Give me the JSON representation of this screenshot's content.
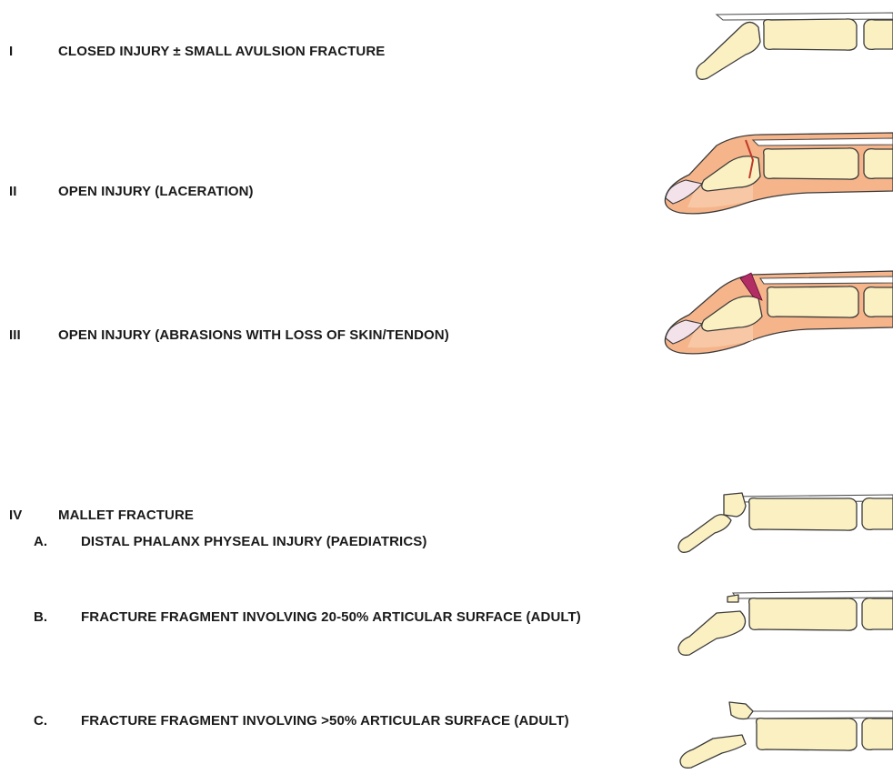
{
  "grades": [
    {
      "numeral": "I",
      "label": "CLOSED INJURY ± SMALL AVULSION FRACTURE"
    },
    {
      "numeral": "II",
      "label": "OPEN INJURY (LACERATION)"
    },
    {
      "numeral": "III",
      "label": "OPEN INJURY (ABRASIONS WITH LOSS OF SKIN/TENDON)"
    },
    {
      "numeral": "IV",
      "label": "MALLET FRACTURE"
    }
  ],
  "subtypes": [
    {
      "letter": "A.",
      "label": "DISTAL PHALANX PHYSEAL INJURY (PAEDIATRICS)"
    },
    {
      "letter": "B.",
      "label": "FRACTURE FRAGMENT INVOLVING 20-50% ARTICULAR SURFACE (ADULT)"
    },
    {
      "letter": "C.",
      "label": "FRACTURE FRAGMENT INVOLVING >50% ARTICULAR SURFACE (ADULT)"
    }
  ],
  "illustrations": [
    {
      "name": "grade-i-finger",
      "depicts": "drooping distal phalanx, extensor tendon"
    },
    {
      "name": "grade-ii-finger",
      "depicts": "finger with skin, laceration over DIP joint"
    },
    {
      "name": "grade-iii-finger",
      "depicts": "finger with skin, abrasion wound with tissue loss"
    },
    {
      "name": "grade-iv-a-finger",
      "depicts": "physeal separation of distal phalanx"
    },
    {
      "name": "grade-iv-b-finger",
      "depicts": "dorsal articular fracture fragment"
    },
    {
      "name": "grade-iv-c-finger",
      "depicts": "large dorsal fracture fragment"
    }
  ],
  "colors": {
    "bone": "#fbf0c2",
    "skin": "#f5b48a",
    "wound": "#b22d63",
    "text": "#1a1a1a"
  }
}
